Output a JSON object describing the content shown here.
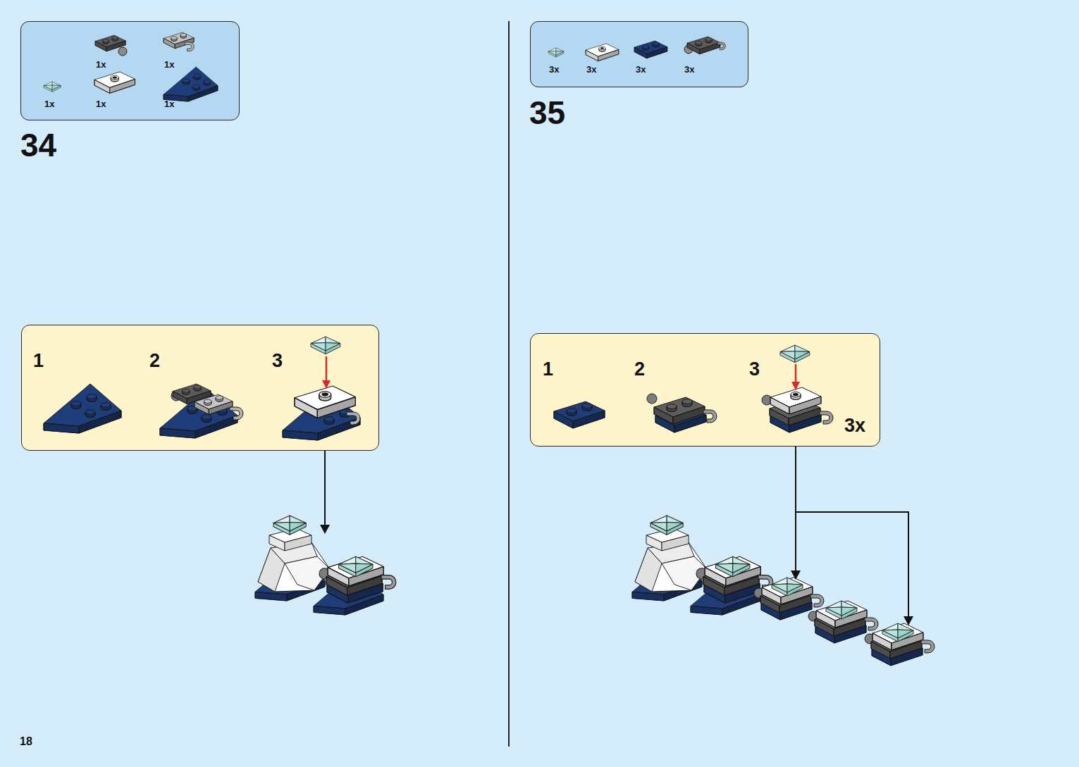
{
  "diagram": {
    "nodes": [
      {
        "text": [
          "1x",
          "1x",
          "1x",
          "1x",
          "1x"
        ]
      },
      {
        "text": [
          "1",
          "2",
          "3"
        ]
      },
      {
        "text": [
          "3x",
          "3x",
          "3x",
          "3x"
        ]
      },
      {
        "text": [
          "1",
          "2",
          "3",
          "3x"
        ]
      }
    ],
    "labels": [
      "34",
      "35",
      "18"
    ]
  }
}
